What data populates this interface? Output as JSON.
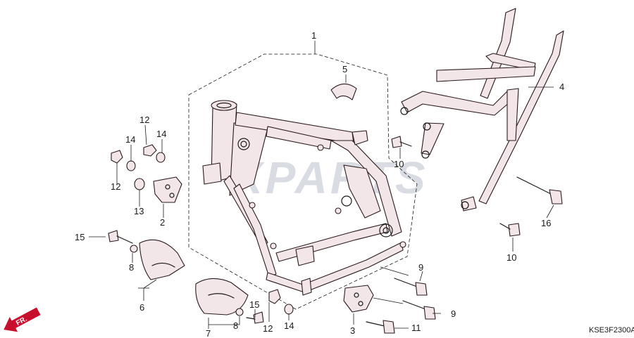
{
  "diagram": {
    "watermark": "XPARTS",
    "catalog_code": "KSE3F2300A",
    "orientation": "FR.",
    "callouts": [
      {
        "id": "c-1",
        "text": "1"
      },
      {
        "id": "c-2",
        "text": "2"
      },
      {
        "id": "c-3",
        "text": "3"
      },
      {
        "id": "c-4",
        "text": "4"
      },
      {
        "id": "c-5",
        "text": "5"
      },
      {
        "id": "c-6",
        "text": "6"
      },
      {
        "id": "c-7",
        "text": "7"
      },
      {
        "id": "c-8a",
        "text": "8"
      },
      {
        "id": "c-8b",
        "text": "8"
      },
      {
        "id": "c-9a",
        "text": "9"
      },
      {
        "id": "c-9b",
        "text": "9"
      },
      {
        "id": "c-10a",
        "text": "10"
      },
      {
        "id": "c-10b",
        "text": "10"
      },
      {
        "id": "c-11",
        "text": "11"
      },
      {
        "id": "c-12a",
        "text": "12"
      },
      {
        "id": "c-12b",
        "text": "12"
      },
      {
        "id": "c-12c",
        "text": "12"
      },
      {
        "id": "c-13",
        "text": "13"
      },
      {
        "id": "c-14a",
        "text": "14"
      },
      {
        "id": "c-14b",
        "text": "14"
      },
      {
        "id": "c-14c",
        "text": "14"
      },
      {
        "id": "c-15a",
        "text": "15"
      },
      {
        "id": "c-15b",
        "text": "15"
      },
      {
        "id": "c-16",
        "text": "16"
      }
    ]
  }
}
